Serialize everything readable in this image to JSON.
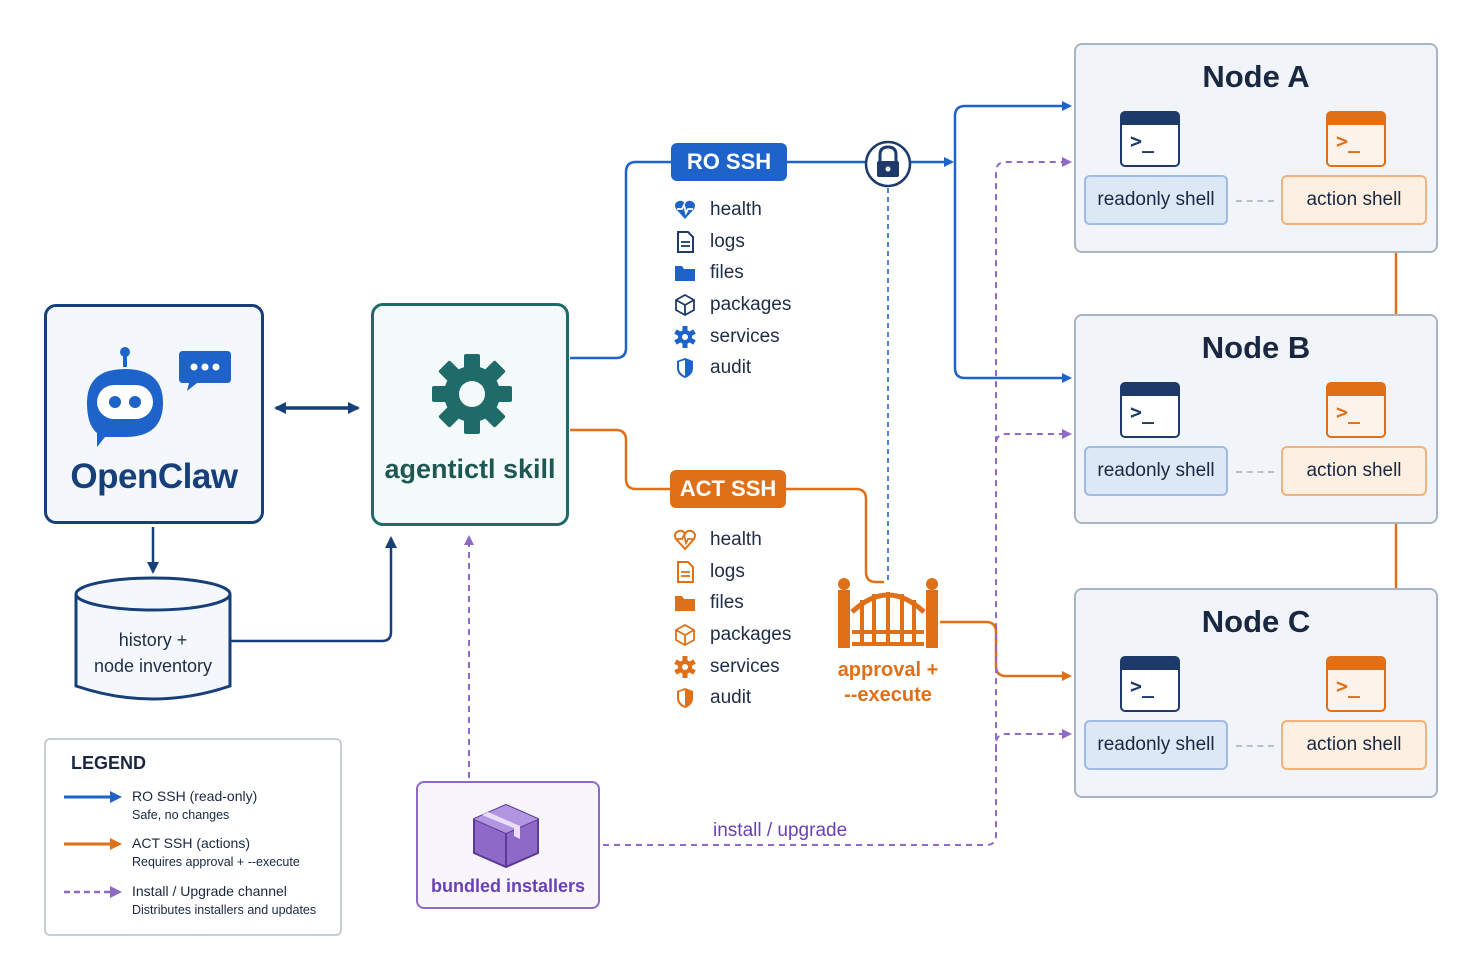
{
  "openclaw": {
    "title": "OpenClaw"
  },
  "skill": {
    "title": "agentictl skill"
  },
  "database": {
    "line1": "history +",
    "line2": "node inventory"
  },
  "ro_ssh": {
    "label": "RO SSH",
    "color": "#1e63c9",
    "ops": [
      {
        "label": "health",
        "icon": "heart-pulse-icon"
      },
      {
        "label": "logs",
        "icon": "document-icon"
      },
      {
        "label": "files",
        "icon": "folder-icon"
      },
      {
        "label": "packages",
        "icon": "package-icon"
      },
      {
        "label": "services",
        "icon": "gear-icon"
      },
      {
        "label": "audit",
        "icon": "shield-icon"
      }
    ]
  },
  "act_ssh": {
    "label": "ACT SSH",
    "color": "#e07018",
    "ops": [
      {
        "label": "health",
        "icon": "heart-pulse-icon"
      },
      {
        "label": "logs",
        "icon": "document-icon"
      },
      {
        "label": "files",
        "icon": "folder-icon"
      },
      {
        "label": "packages",
        "icon": "package-icon"
      },
      {
        "label": "services",
        "icon": "gear-icon"
      },
      {
        "label": "audit",
        "icon": "shield-icon"
      }
    ]
  },
  "approval": {
    "line1": "approval +",
    "line2": "--execute"
  },
  "nodes": [
    {
      "title": "Node A",
      "readonly_label": "readonly shell",
      "action_label": "action shell"
    },
    {
      "title": "Node B",
      "readonly_label": "readonly shell",
      "action_label": "action shell"
    },
    {
      "title": "Node C",
      "readonly_label": "readonly shell",
      "action_label": "action shell"
    }
  ],
  "installers": {
    "label": "bundled installers",
    "channel_label": "install / upgrade",
    "color": "#8f69c6"
  },
  "legend": {
    "title": "LEGEND",
    "items": [
      {
        "main": "RO SSH (read-only)",
        "sub": "Safe, no changes"
      },
      {
        "main": "ACT SSH (actions)",
        "sub": "Requires approval + --execute"
      },
      {
        "main": "Install / Upgrade channel",
        "sub": "Distributes installers and updates"
      }
    ]
  }
}
